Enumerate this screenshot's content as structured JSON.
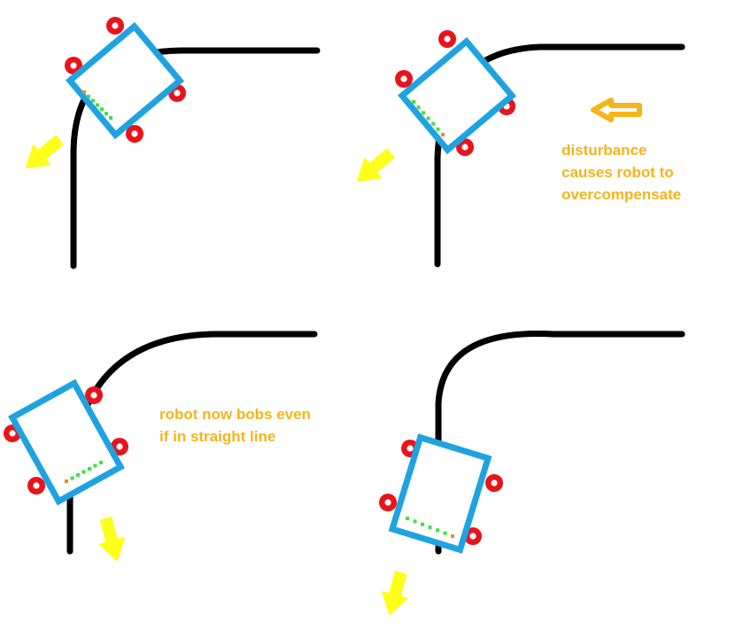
{
  "colors": {
    "track": "#000000",
    "robot_body": "#1FA3E0",
    "wheel": "#E8141C",
    "sensor_green": "#3DE33A",
    "sensor_orange": "#F08A1A",
    "motion_arrow": "#FFFF1A",
    "disturbance_arrow": "#F5B41A",
    "annotation_text": "#F5B41A"
  },
  "panels": [
    {
      "id": "panel-1",
      "label": "",
      "arrow_icon": "motion-arrow-icon",
      "active_sensors": [
        "orange"
      ]
    },
    {
      "id": "panel-2",
      "label": "",
      "arrow_icon": "motion-arrow-icon",
      "disturbance_icon": "disturbance-arrow-icon",
      "annotation": [
        "disturbance",
        "causes robot to",
        "overcompensate"
      ]
    },
    {
      "id": "panel-3",
      "label": "",
      "arrow_icon": "motion-arrow-icon",
      "annotation": [
        "robot now bobs even",
        "if in straight line"
      ]
    },
    {
      "id": "panel-4",
      "label": "",
      "arrow_icon": "motion-arrow-icon"
    }
  ]
}
